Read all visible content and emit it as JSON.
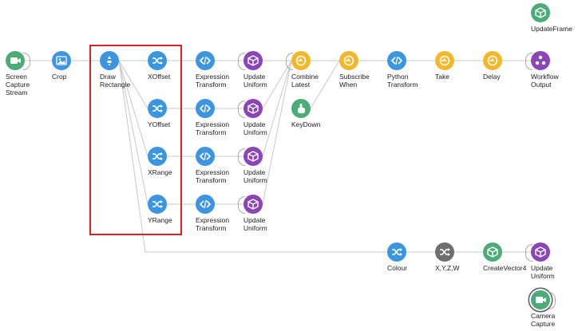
{
  "accent": {
    "selection_border": "#e02020",
    "edge": "#c8c8c8"
  },
  "nodes": [
    {
      "id": "screen-capture",
      "name": "screen-capture-stream-node",
      "icon": "camera-icon",
      "color": "green",
      "lines": [
        "Screen",
        "Capture",
        "Stream"
      ]
    },
    {
      "id": "crop",
      "name": "crop-node",
      "icon": "image-icon",
      "color": "blue",
      "lines": [
        "Crop"
      ]
    },
    {
      "id": "draw-rectangle",
      "name": "draw-rectangle-node",
      "icon": "shape-icon",
      "color": "blue",
      "lines": [
        "Draw",
        "Rectangle"
      ]
    },
    {
      "id": "xoffset",
      "name": "xoffset-node",
      "icon": "shuffle-icon",
      "color": "blue",
      "lines": [
        "XOffset"
      ]
    },
    {
      "id": "yoffset",
      "name": "yoffset-node",
      "icon": "shuffle-icon",
      "color": "blue",
      "lines": [
        "YOffset"
      ]
    },
    {
      "id": "xrange",
      "name": "xrange-node",
      "icon": "shuffle-icon",
      "color": "blue",
      "lines": [
        "XRange"
      ]
    },
    {
      "id": "yrange",
      "name": "yrange-node",
      "icon": "shuffle-icon",
      "color": "blue",
      "lines": [
        "YRange"
      ]
    },
    {
      "id": "expr1",
      "name": "expression-transform-node-1",
      "icon": "code-icon",
      "color": "blue",
      "lines": [
        "Expression",
        "Transform"
      ]
    },
    {
      "id": "expr2",
      "name": "expression-transform-node-2",
      "icon": "code-icon",
      "color": "blue",
      "lines": [
        "Expression",
        "Transform"
      ]
    },
    {
      "id": "expr3",
      "name": "expression-transform-node-3",
      "icon": "code-icon",
      "color": "blue",
      "lines": [
        "Expression",
        "Transform"
      ]
    },
    {
      "id": "expr4",
      "name": "expression-transform-node-4",
      "icon": "code-icon",
      "color": "blue",
      "lines": [
        "Expression",
        "Transform"
      ]
    },
    {
      "id": "uu1",
      "name": "update-uniform-node-1",
      "icon": "cube-icon",
      "color": "purple",
      "lines": [
        "Update",
        "Uniform"
      ]
    },
    {
      "id": "uu2",
      "name": "update-uniform-node-2",
      "icon": "cube-icon",
      "color": "purple",
      "lines": [
        "Update",
        "Uniform"
      ]
    },
    {
      "id": "uu3",
      "name": "update-uniform-node-3",
      "icon": "cube-icon",
      "color": "purple",
      "lines": [
        "Update",
        "Uniform"
      ]
    },
    {
      "id": "uu4",
      "name": "update-uniform-node-4",
      "icon": "cube-icon",
      "color": "purple",
      "lines": [
        "Update",
        "Uniform"
      ]
    },
    {
      "id": "combine",
      "name": "combine-latest-node",
      "icon": "combinator-icon",
      "color": "orange",
      "lines": [
        "Combine",
        "Latest"
      ]
    },
    {
      "id": "keydown",
      "name": "keydown-node",
      "icon": "hand-pointer-icon",
      "color": "green",
      "lines": [
        "KeyDown"
      ]
    },
    {
      "id": "subscribe",
      "name": "subscribe-when-node",
      "icon": "combinator-icon",
      "color": "orange",
      "lines": [
        "Subscribe",
        "When"
      ]
    },
    {
      "id": "python",
      "name": "python-transform-node",
      "icon": "code-icon",
      "color": "blue",
      "lines": [
        "Python",
        "Transform"
      ]
    },
    {
      "id": "take",
      "name": "take-node",
      "icon": "combinator-icon",
      "color": "orange",
      "lines": [
        "Take"
      ]
    },
    {
      "id": "delay",
      "name": "delay-node",
      "icon": "combinator-icon",
      "color": "orange",
      "lines": [
        "Delay"
      ]
    },
    {
      "id": "workflow-output",
      "name": "workflow-output-node",
      "icon": "output-icon",
      "color": "purple",
      "lines": [
        "Workflow",
        "Output"
      ]
    },
    {
      "id": "update-frame",
      "name": "update-frame-node",
      "icon": "cube-icon",
      "color": "green",
      "lines": [
        "UpdateFrame"
      ]
    },
    {
      "id": "colour",
      "name": "colour-node",
      "icon": "shuffle-icon",
      "color": "blue",
      "lines": [
        "Colour"
      ]
    },
    {
      "id": "xyzw",
      "name": "xyzw-node",
      "icon": "shuffle-icon",
      "color": "gray",
      "lines": [
        "X,Y,Z,W"
      ]
    },
    {
      "id": "create-vector4",
      "name": "create-vector4-node",
      "icon": "cube-icon",
      "color": "green",
      "lines": [
        "CreateVector4"
      ]
    },
    {
      "id": "uu5",
      "name": "update-uniform-node-5",
      "icon": "cube-icon",
      "color": "purple",
      "lines": [
        "Update",
        "Uniform"
      ]
    },
    {
      "id": "camera-capture",
      "name": "camera-capture-node",
      "icon": "camera-icon",
      "color": "green",
      "lines": [
        "Camera",
        "Capture"
      ]
    }
  ]
}
